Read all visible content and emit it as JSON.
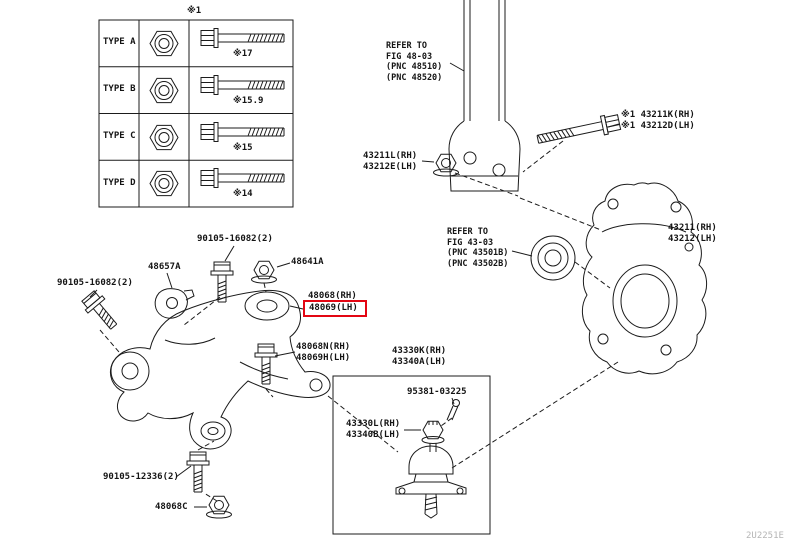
{
  "watermark": "2U2251E",
  "colors": {
    "line": "#1b1b1b",
    "highlight": "#e30613"
  },
  "table": {
    "note": "※1",
    "rows": [
      {
        "type": "TYPE A",
        "dim": "※17"
      },
      {
        "type": "TYPE B",
        "dim": "※15.9"
      },
      {
        "type": "TYPE C",
        "dim": "※15"
      },
      {
        "type": "TYPE D",
        "dim": "※14"
      }
    ]
  },
  "notes": {
    "refer48": "REFER TO\nFIG 48-03\n(PNC 48510)\n(PNC 48520)",
    "refer43": "REFER TO\nFIG 43-03\n(PNC 43501B)\n(PNC 43502B)"
  },
  "parts": {
    "strut_bolt": "※1 43211K(RH)\n※1 43212D(LH)",
    "strut_nut": "43211L(RH)\n43212E(LH)",
    "knuckle": "43211(RH)\n43212(LH)",
    "arm_bolt_front": "90105-16082(2)",
    "arm_bolt_left": "90105-16082(2)",
    "bracket": "48657A",
    "flange_nut_front": "48641A",
    "arm_rh": "48068(RH)",
    "arm_lh": "48069(LH)",
    "arm_set_bolt": "48068N(RH)\n48069H(LH)",
    "balljoint_assy": "43330K(RH)\n43340A(LH)",
    "cotter_pin": "95381-03225",
    "balljoint": "43330L(RH)\n43340B(LH)",
    "arm_rear_bolt": "90105-12336(2)",
    "arm_rear_nut": "48068C"
  }
}
